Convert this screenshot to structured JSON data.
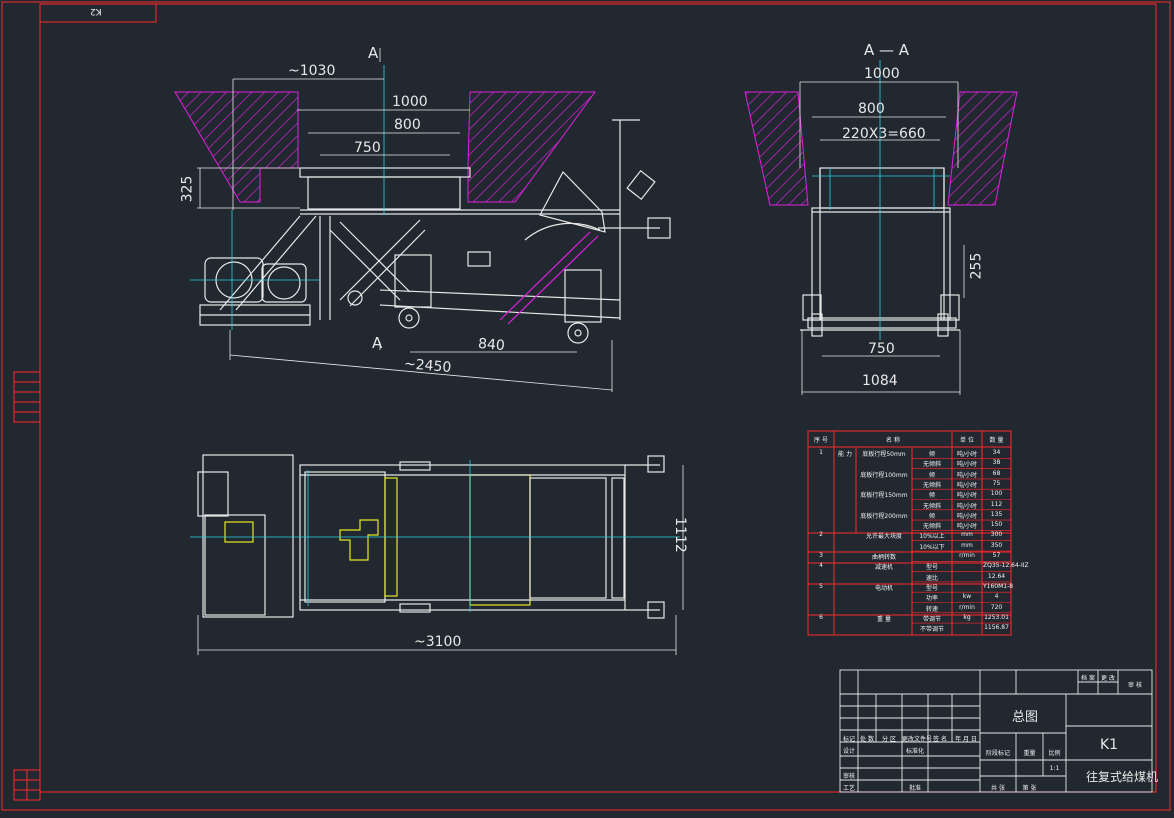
{
  "sheet": {
    "corner_tag": "K2",
    "background": "#212830",
    "line_color": "#e8e8e8",
    "frame_color": "#ff2a2a",
    "hatch_color": "#e020e0",
    "center_color": "#2ad4e8",
    "highlight_color": "#e8e820"
  },
  "view_side": {
    "section_mark_top": "A",
    "section_mark_bottom": "A",
    "dims": {
      "approx_1030": "~1030",
      "d1000": "1000",
      "d800": "800",
      "d750": "750",
      "d325": "325",
      "d840": "840",
      "approx_2450": "~2450"
    }
  },
  "view_section": {
    "title": "A — A",
    "dims": {
      "d1000": "1000",
      "d800": "800",
      "d660": "220X3=660",
      "d255": "255",
      "d750": "750",
      "d1084": "1084"
    }
  },
  "view_plan": {
    "dims": {
      "d1112": "1112",
      "approx_3100": "~3100"
    }
  },
  "spec_table": {
    "header": {
      "no": "序 号",
      "name": "名 称",
      "unit": "单 位",
      "value": "数 量"
    },
    "rows": [
      {
        "no": "1",
        "group": "能 力",
        "item": "底板行程50mm",
        "cond": "倾",
        "unit": "吨/小时",
        "value": "34"
      },
      {
        "no": "",
        "group": "",
        "item": "",
        "cond": "无倾斜",
        "unit": "吨/小时",
        "value": "38"
      },
      {
        "no": "",
        "group": "",
        "item": "底板行程100mm",
        "cond": "倾",
        "unit": "吨/小时",
        "value": "68"
      },
      {
        "no": "",
        "group": "",
        "item": "",
        "cond": "无倾斜",
        "unit": "吨/小时",
        "value": "75"
      },
      {
        "no": "",
        "group": "",
        "item": "底板行程150mm",
        "cond": "倾",
        "unit": "吨/小时",
        "value": "100"
      },
      {
        "no": "",
        "group": "",
        "item": "",
        "cond": "无倾斜",
        "unit": "吨/小时",
        "value": "112"
      },
      {
        "no": "",
        "group": "",
        "item": "底板行程200mm",
        "cond": "倾",
        "unit": "吨/小时",
        "value": "135"
      },
      {
        "no": "",
        "group": "",
        "item": "",
        "cond": "无倾斜",
        "unit": "吨/小时",
        "value": "150"
      },
      {
        "no": "2",
        "group": "允许最大块度",
        "item": "",
        "cond": "10%以上",
        "unit": "mm",
        "value": "300"
      },
      {
        "no": "",
        "group": "",
        "item": "",
        "cond": "10%以下",
        "unit": "mm",
        "value": "350"
      },
      {
        "no": "3",
        "group": "曲柄转数",
        "item": "",
        "cond": "",
        "unit": "r/min",
        "value": "57"
      },
      {
        "no": "4",
        "group": "减速机",
        "item": "",
        "cond": "型号",
        "unit": "",
        "value": "ZQ35-12.64-IIZ"
      },
      {
        "no": "",
        "group": "",
        "item": "",
        "cond": "速比",
        "unit": "",
        "value": "12.64"
      },
      {
        "no": "5",
        "group": "电动机",
        "item": "",
        "cond": "型号",
        "unit": "",
        "value": "Y160M1-8"
      },
      {
        "no": "",
        "group": "",
        "item": "",
        "cond": "功率",
        "unit": "kw",
        "value": "4"
      },
      {
        "no": "",
        "group": "",
        "item": "",
        "cond": "转速",
        "unit": "r/min",
        "value": "720"
      },
      {
        "no": "6",
        "group": "重 量",
        "item": "",
        "cond": "带调节",
        "unit": "kg",
        "value": "1253.01"
      },
      {
        "no": "",
        "group": "",
        "item": "",
        "cond": "不带调节",
        "unit": "",
        "value": "1156.87"
      }
    ]
  },
  "title_block": {
    "drawing_type": "总图",
    "drawing_code": "K1",
    "machine_name": "往复式给煤机",
    "header_cells": [
      "标记",
      "处 数",
      "分 区",
      "更改文件号",
      "签 名",
      "年 月 日"
    ],
    "role_cells": [
      "设计",
      "标准化",
      "审核",
      "工艺",
      "批准"
    ],
    "misc_cells": [
      "阶段标记",
      "重量",
      "比例",
      "共  张",
      "第  张",
      "1:1"
    ],
    "right_cells": [
      "档 案",
      "更 改",
      "审 核"
    ]
  }
}
